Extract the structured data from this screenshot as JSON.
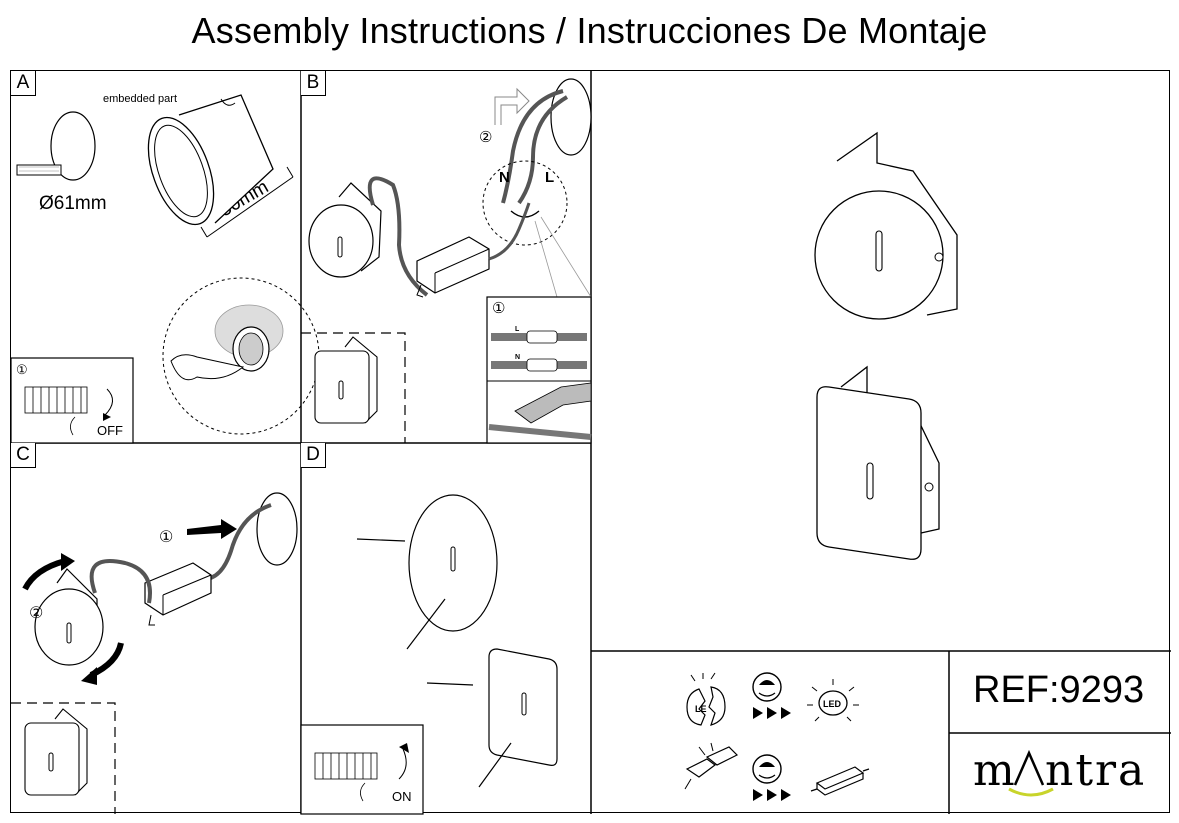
{
  "title": "Assembly Instructions / Instrucciones De Montaje",
  "panels": {
    "a": {
      "label": "A",
      "embedded_part": "embedded part",
      "diameter": "Ø61mm",
      "depth": "50mm",
      "step": "①",
      "switch_state": "OFF"
    },
    "b": {
      "label": "B",
      "step_pull": "②",
      "neutral": "N",
      "live": "L",
      "step_connect": "①",
      "wire_l": "L",
      "wire_n": "N"
    },
    "c": {
      "label": "C",
      "step_one": "①",
      "step_two": "②"
    },
    "d": {
      "label": "D",
      "switch_state": "ON"
    }
  },
  "ref": "REF:9293",
  "brand": "m^ntra",
  "icons": [
    "broken-led-icon",
    "technician-icon",
    "led-icon",
    "broken-driver-icon",
    "technician-icon",
    "driver-icon"
  ],
  "colors": {
    "line": "#000000",
    "wire": "#555555",
    "brand_accent": "#c8d42b"
  }
}
